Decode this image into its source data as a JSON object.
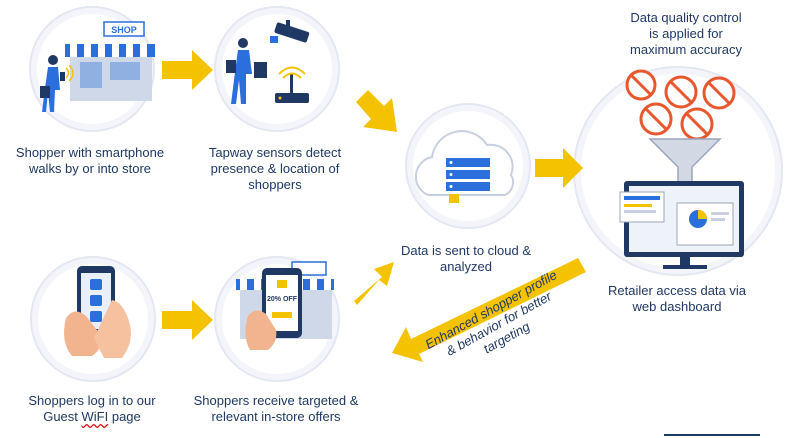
{
  "steps": [
    {
      "lines": [
        "Shopper with smartphone",
        "walks by or into store"
      ]
    },
    {
      "lines": [
        "Tapway sensors detect",
        "presence & location of",
        "shoppers"
      ]
    },
    {
      "lines": [
        "Data is sent to cloud &",
        "analyzed"
      ]
    },
    {
      "lines": [
        "Retailer access data via",
        "web dashboard"
      ]
    },
    {
      "lines": [
        "Shoppers log in to our",
        "Guest WiFI page"
      ]
    },
    {
      "lines": [
        "Shoppers receive targeted &",
        "relevant in-store offers"
      ]
    }
  ],
  "quality_note": [
    "Data quality control",
    "is applied for",
    "maximum accuracy"
  ],
  "feedback_note": [
    "Enhanced shopper profile",
    "& behavior for better",
    "targeting"
  ],
  "store_sign": "SHOP",
  "offer_text": "20% OFF",
  "colors": {
    "arrow": "#f5c200",
    "text": "#1f3864",
    "icon_blue": "#2a6fdb",
    "icon_dark": "#1f3864",
    "forbidden_red": "#e8572e"
  }
}
